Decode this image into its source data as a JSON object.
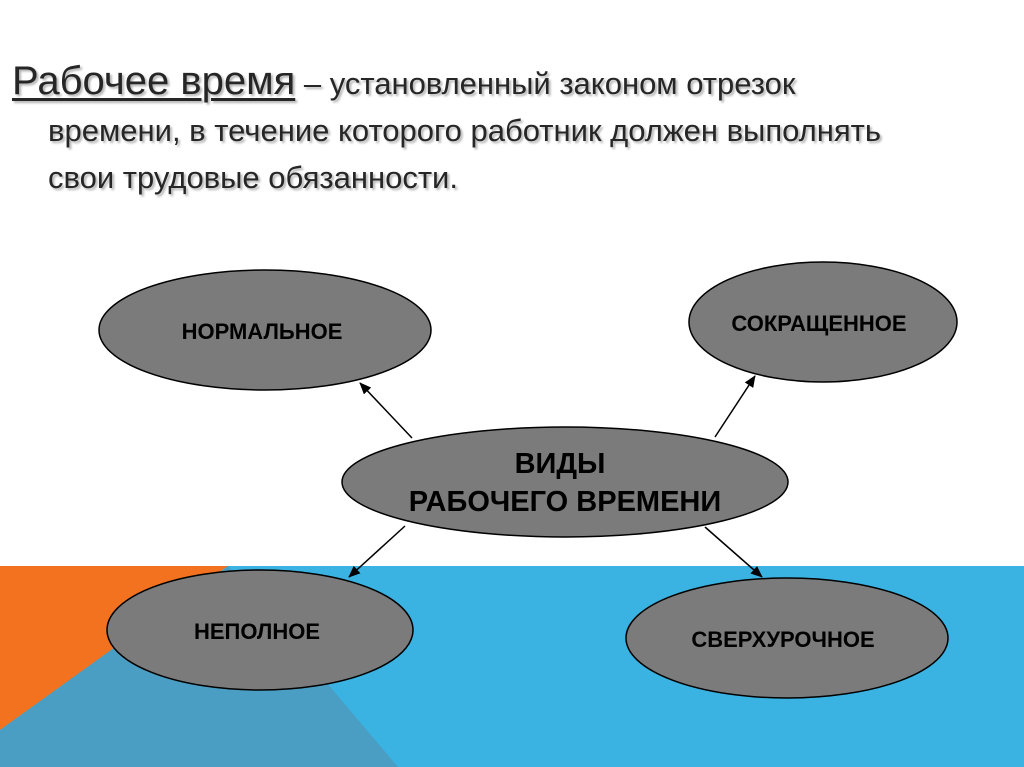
{
  "heading": {
    "term": "Рабочее время",
    "separator": " – ",
    "definition_line1": "установленный законом отрезок",
    "definition_line2": "времени, в течение которого работник должен выполнять",
    "definition_line3": "свои трудовые обязанности."
  },
  "diagram": {
    "center": {
      "line1": "ВИДЫ",
      "line2": "РАБОЧЕГО ВРЕМЕНИ"
    },
    "nodes": {
      "normal": "НОРМАЛЬНОЕ",
      "reduced": "СОКРАЩЕННОЕ",
      "part_time": "НЕПОЛНОЕ",
      "overtime": "СВЕРХУРОЧНОЕ"
    }
  },
  "colors": {
    "ellipse_fill": "#7b7b7b",
    "band_blue": "#3ab3e2",
    "band_orange": "#f2721f",
    "band_steel": "#4a9ec4"
  }
}
